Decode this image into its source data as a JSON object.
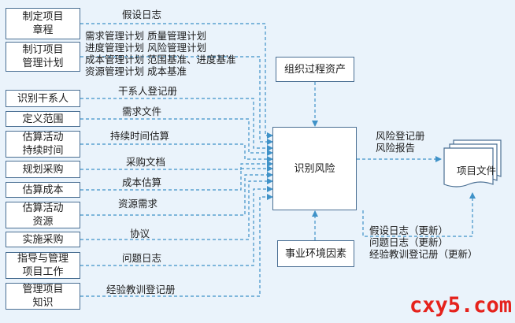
{
  "inputs": [
    {
      "id": "develop-charter",
      "label": "制定项目\n章程"
    },
    {
      "id": "develop-pm-plan",
      "label": "制订项目\n管理计划"
    },
    {
      "id": "identify-stakeholders",
      "label": "识别干系人"
    },
    {
      "id": "define-scope",
      "label": "定义范围"
    },
    {
      "id": "estimate-durations",
      "label": "估算活动\n持续时间"
    },
    {
      "id": "plan-procurement",
      "label": "规划采购"
    },
    {
      "id": "estimate-costs",
      "label": "估算成本"
    },
    {
      "id": "estimate-resources",
      "label": "估算活动\n资源"
    },
    {
      "id": "conduct-procurement",
      "label": "实施采购"
    },
    {
      "id": "direct-manage-work",
      "label": "指导与管理\n项目工作"
    },
    {
      "id": "manage-knowledge",
      "label": "管理项目\n知识"
    }
  ],
  "input_labels": [
    "假设日志",
    "需求管理计划 质量管理计划\n进度管理计划 风险管理计划\n成本管理计划 范围基准、进度基准\n资源管理计划 成本基准",
    "干系人登记册",
    "需求文件",
    "持续时间估算",
    "采购文档",
    "成本估算",
    "资源需求",
    "协议",
    "问题日志",
    "经验教训登记册"
  ],
  "center": {
    "label": "识别风险"
  },
  "org_assets": {
    "label": "组织过程资产"
  },
  "enterprise_factors": {
    "label": "事业环境因素"
  },
  "project_docs": {
    "label": "项目文件"
  },
  "output_top": {
    "label": "风险登记册\n风险报告"
  },
  "output_bottom": {
    "label": "假设日志（更新）\n问题日志（更新）\n经验教训登记册（更新）"
  },
  "watermark": "cxy5.com",
  "colors": {
    "arrow": "#3f92c8",
    "border": "#4a6f93",
    "background": "#eaf3fb",
    "watermark": "#e5221c"
  }
}
